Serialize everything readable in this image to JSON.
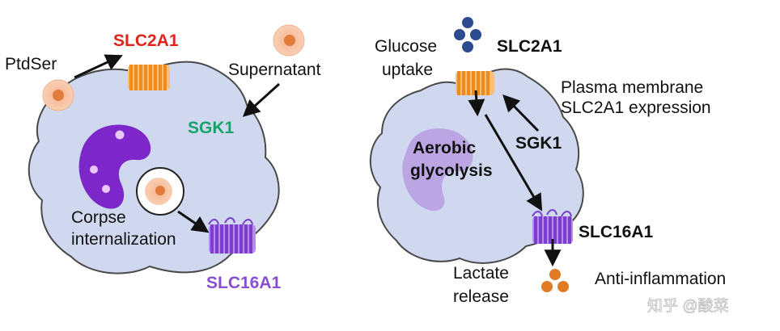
{
  "left_panel": {
    "ptdser": "PtdSer",
    "slc2a1": "SLC2A1",
    "supernatant": "Supernatant",
    "sgk1": "SGK1",
    "corpse_line1": "Corpse",
    "corpse_line2": "internalization",
    "slc16a1": "SLC16A1"
  },
  "right_panel": {
    "glucose_line1": "Glucose",
    "glucose_line2": "uptake",
    "slc2a1": "SLC2A1",
    "plasma_line1": "Plasma membrane",
    "plasma_line2": "SLC2A1 expression",
    "aerobic_line1": "Aerobic",
    "aerobic_line2": "glycolysis",
    "sgk1": "SGK1",
    "slc16a1": "SLC16A1",
    "lactate_line1": "Lactate",
    "lactate_line2": "release",
    "anti_inflammation": "Anti-inflammation"
  },
  "watermark": "知乎 @酸菜",
  "colors": {
    "cell_fill": "#cfd8ee",
    "cell_stroke": "#4a4a4a",
    "slc2a1_red": "#e2231a",
    "sgk1_green": "#17a46a",
    "slc16a1_purple": "#8a4fd1",
    "transporter_orange": "#f39c2e",
    "transporter_purple": "#8e56d6",
    "nucleus_purple": "#7d26c9",
    "glucose_blue": "#2c4b8e",
    "lactate_orange": "#e07a24",
    "apoptotic_cell": "#f4a37a"
  }
}
